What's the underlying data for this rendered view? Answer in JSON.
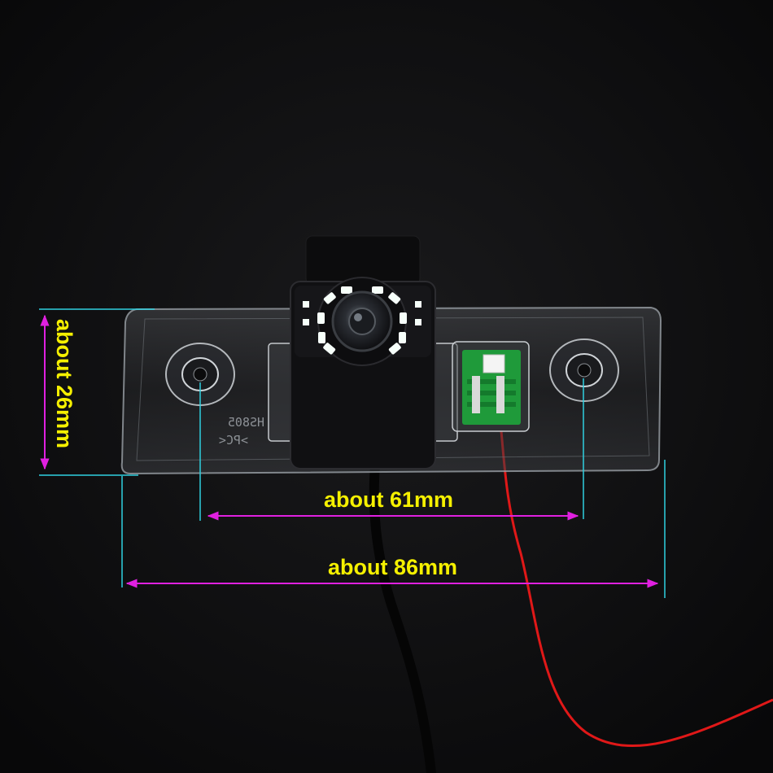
{
  "dimensions": {
    "height_label": "about 26mm",
    "hole_spacing_label": "about 61mm",
    "width_label": "about 86mm"
  },
  "housing_markings": {
    "line1": "HS805",
    "line2": ">PC<"
  },
  "colors": {
    "background": "#0b0b0c",
    "label_text": "#f5f000",
    "arrow_magenta": "#e020e0",
    "extension_cyan": "#2fd0e0",
    "cable_red": "#e01818",
    "pcb_green": "#1f9a3a"
  }
}
